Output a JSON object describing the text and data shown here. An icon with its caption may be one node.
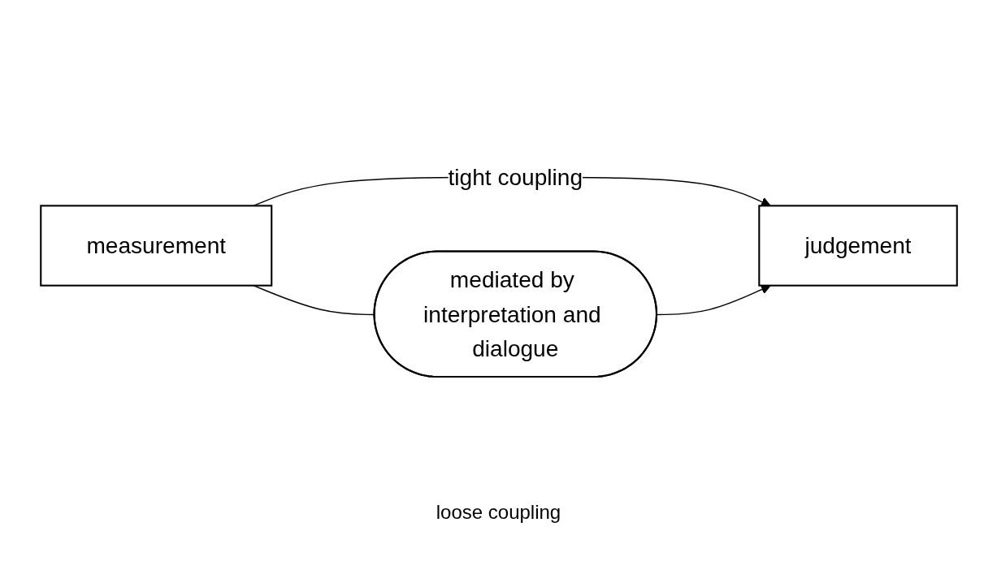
{
  "diagram": {
    "nodes": [
      {
        "text": [
          "measurement"
        ]
      },
      {
        "text": [
          "judgement"
        ]
      },
      {
        "text": [
          "mediated by interpretation and dialogue"
        ]
      }
    ],
    "edges": [
      {
        "from": 0,
        "to": 1,
        "arrow": "to",
        "label": "tight coupling"
      },
      {
        "from": 0,
        "to": 2,
        "arrow": "none"
      },
      {
        "from": 2,
        "to": 1,
        "arrow": "to"
      }
    ],
    "labels": [
      "loose coupling"
    ]
  }
}
